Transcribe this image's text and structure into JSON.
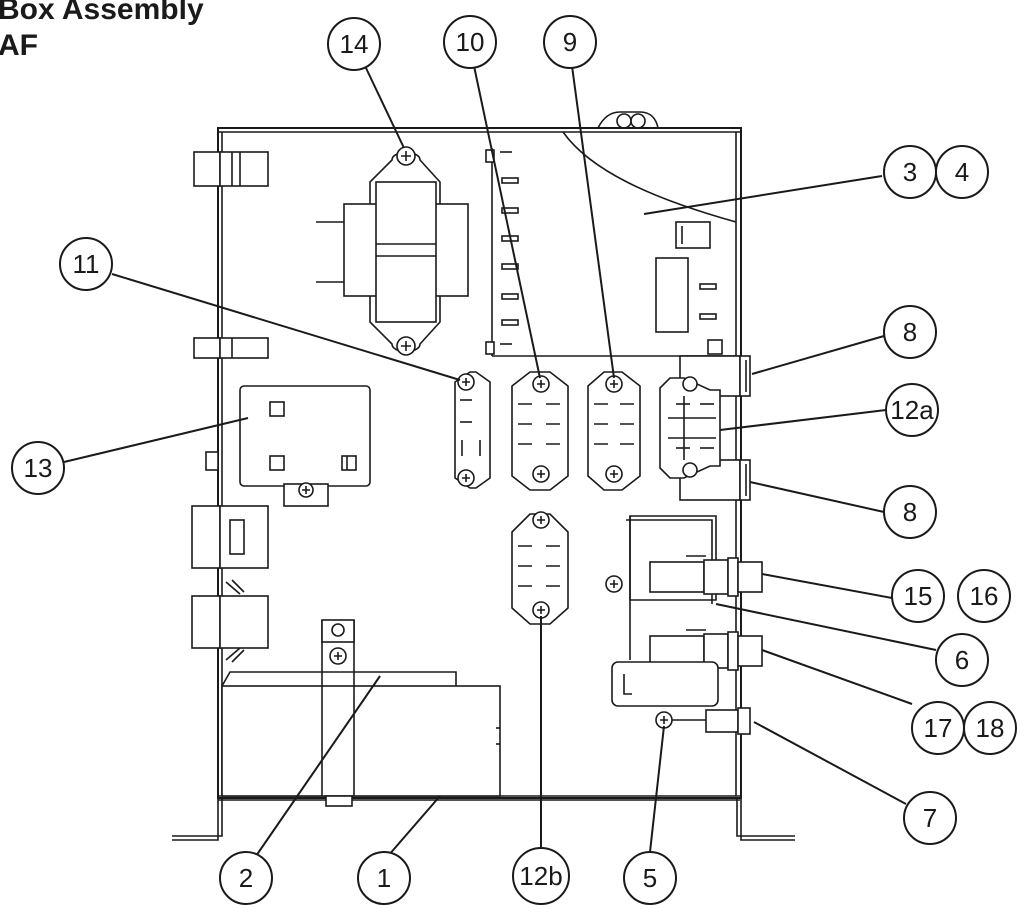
{
  "title": {
    "line1": "Box Assembly",
    "line2": "AF"
  },
  "callouts": [
    {
      "label": "14"
    },
    {
      "label": "10"
    },
    {
      "label": "9"
    },
    {
      "label": "3"
    },
    {
      "label": "4"
    },
    {
      "label": "11"
    },
    {
      "label": "8"
    },
    {
      "label": "12a"
    },
    {
      "label": "13"
    },
    {
      "label": "8"
    },
    {
      "label": "15"
    },
    {
      "label": "16"
    },
    {
      "label": "6"
    },
    {
      "label": "17"
    },
    {
      "label": "18"
    },
    {
      "label": "7"
    },
    {
      "label": "2"
    },
    {
      "label": "1"
    },
    {
      "label": "12b"
    },
    {
      "label": "5"
    }
  ]
}
